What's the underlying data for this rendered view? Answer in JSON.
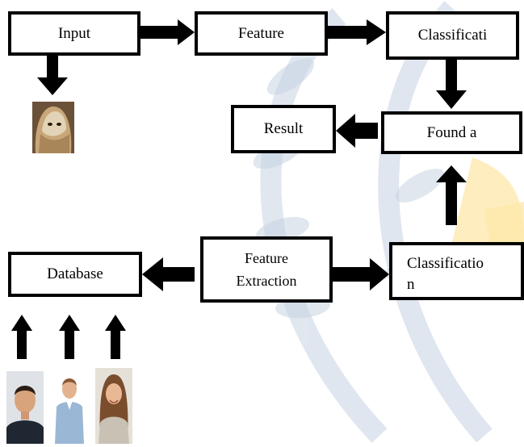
{
  "nodes": {
    "input": "Input",
    "feature_top": "Feature",
    "classification_top": "Classificati",
    "found": "Found a",
    "result": "Result",
    "database": "Database",
    "feature_extraction_line1": "Feature",
    "feature_extraction_line2": "Extraction",
    "classification_bottom": "Classificatio",
    "classification_bottom_cut": "n"
  },
  "colors": {
    "stroke": "#000000",
    "watermark_blue": "#b9c9dc",
    "watermark_yellow": "#fde7a8"
  },
  "icons": {
    "masked_person": "masked-person-photo",
    "database_people": [
      "man-photo",
      "young-man-photo",
      "woman-photo"
    ]
  }
}
